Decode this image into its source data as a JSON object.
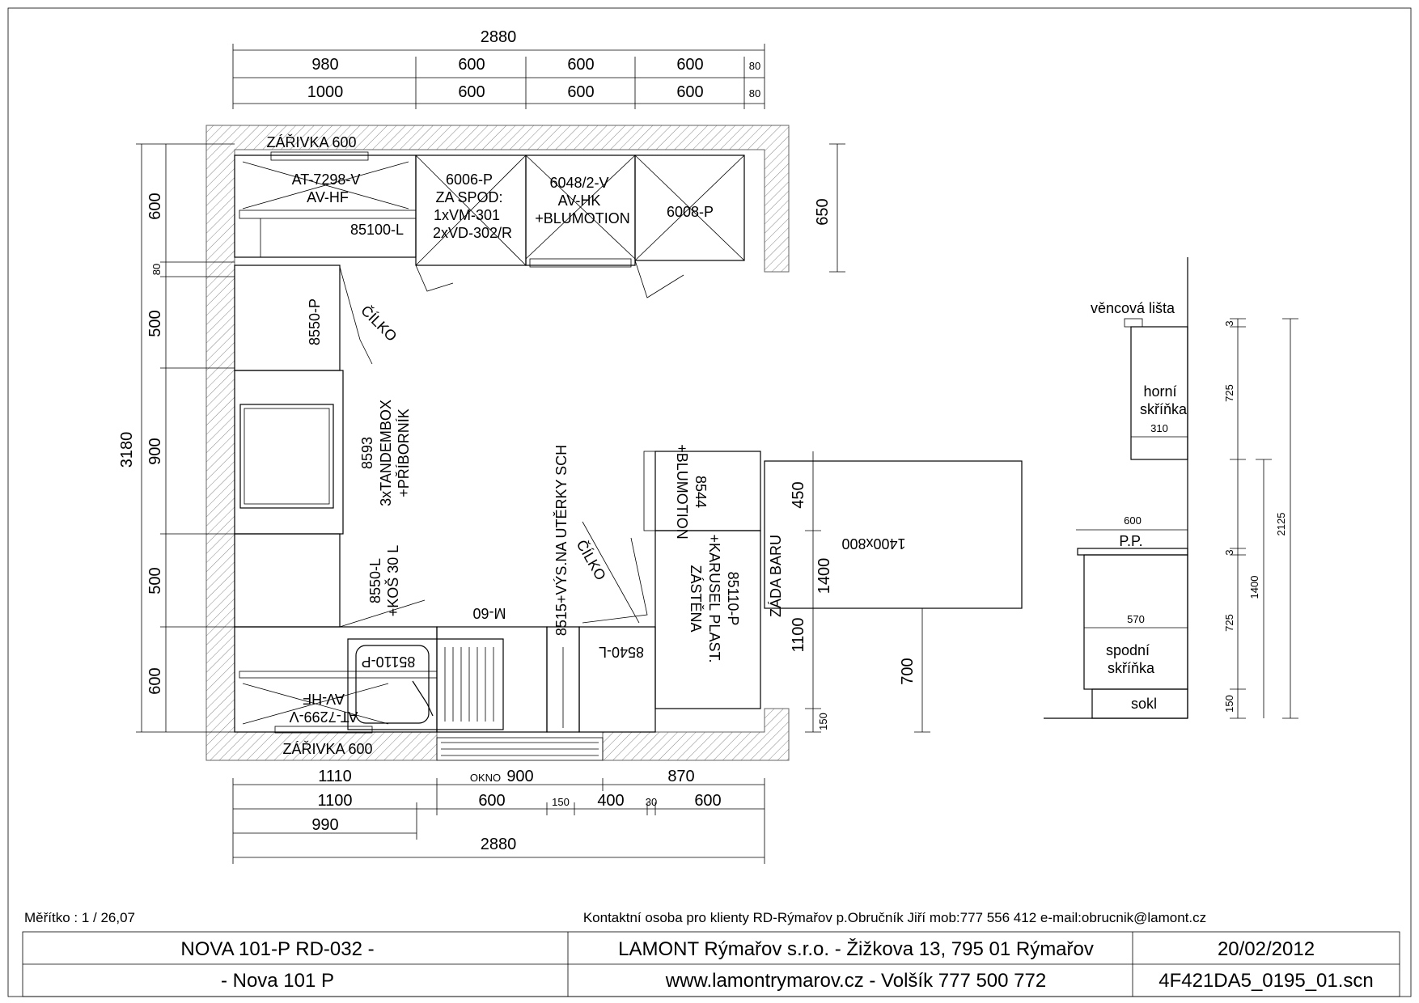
{
  "dims": {
    "top_total": "2880",
    "top_row1": [
      "980",
      "600",
      "600",
      "600",
      "80"
    ],
    "top_row2": [
      "1000",
      "600",
      "600",
      "600",
      "80"
    ],
    "left_total": "3180",
    "left": [
      "600",
      "80",
      "500",
      "900",
      "500",
      "600"
    ],
    "right_650": "650",
    "bottom_row1": [
      "1110",
      "900",
      "870"
    ],
    "bottom_okno": "OKNO",
    "bottom_row2": [
      "1100",
      "600",
      "150",
      "400",
      "30",
      "600"
    ],
    "bottom_row3": "990",
    "bottom_total": "2880",
    "island": [
      "450",
      "1400",
      "1100",
      "150",
      "700"
    ]
  },
  "labels": {
    "zarivka_top": "ZÁŘIVKA 600",
    "zarivka_bottom": "ZÁŘIVKA 600",
    "at7298_1": "AT-7298-V",
    "at7298_2": "AV-HF",
    "c85100": "85100-L",
    "c6006_1": "6006-P",
    "c6006_2": "ZA SPOD:",
    "c6006_3": "1xVM-301",
    "c6006_4": "2xVD-302/R",
    "c6048_1": "6048/2-V",
    "c6048_2": "AV-HK",
    "c6048_3": "+BLUMOTION",
    "c6008": "6008-P",
    "cilko": "ČÍLKO",
    "c8550p": "8550-P",
    "c8593_1": "8593",
    "c8593_2": "3xTANDEMBOX",
    "c8593_3": "+PŘÍBORNÍK",
    "c8550l_1": "8550-L",
    "c8550l_2": "+KOŠ 30 L",
    "c8515": "8515+VÝS.NA UTĚRKY SCH",
    "cilko2": "ČÍLKO",
    "m60": "M-60",
    "c85110p_sink": "85110-P",
    "at7299_1": "AT-7299-V",
    "at7299_2": "AV-HF",
    "c8540l": "8540-L",
    "c8544_1": "8544",
    "c8544_2": "+BLUMOTION",
    "c85110_1": "85110-P",
    "c85110_2": "+KARUSEL PLAST.",
    "c85110_3": "ZÁSTĚNA",
    "zada_baru": "ZÁDA BARU",
    "island": "1400x800"
  },
  "section": {
    "vencova": "věncová lišta",
    "horni_1": "horní",
    "horni_2": "skříňka",
    "d310": "310",
    "d600": "600",
    "pp": "P.P.",
    "d570": "570",
    "spodni_1": "spodní",
    "spodni_2": "skříňka",
    "sokl": "sokl",
    "d3a": "3",
    "d725a": "725",
    "d3b": "3",
    "d725b": "725",
    "d150": "150",
    "d2125": "2125",
    "d1400": "1400"
  },
  "footer": {
    "scale": "Měřítko : 1 / 26,07",
    "contact": "Kontaktní osoba pro klienty RD-Rýmařov p.Obručník Jiří mob:777 556 412 e-mail:obrucnik@lamont.cz",
    "project": "NOVA 101-P RD-032 -",
    "company": "LAMONT Rýmařov s.r.o. - Žižkova 13, 795 01 Rýmařov",
    "date": "20/02/2012",
    "model": "-  Nova 101 P",
    "web": "www.lamontrymarov.cz -  Volšík 777 500 772",
    "file": "4F421DA5_0195_01.scn"
  }
}
